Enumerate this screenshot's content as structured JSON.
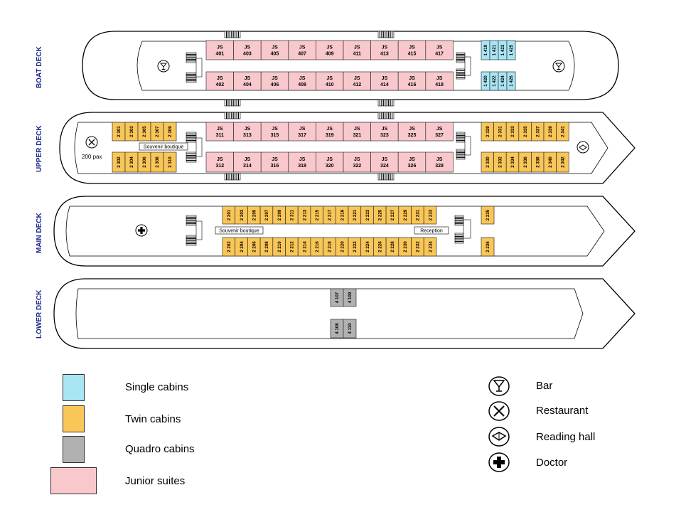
{
  "colors": {
    "single": "#a9e5f3",
    "twin": "#f9c657",
    "quadro": "#b1b1b1",
    "junior": "#f8c8cd",
    "deck_label": "#1a2a8c"
  },
  "decks": {
    "boat": {
      "label": "BOAT DECK",
      "junior_top": [
        "401",
        "403",
        "405",
        "407",
        "409",
        "411",
        "413",
        "415",
        "417"
      ],
      "junior_bottom": [
        "402",
        "404",
        "406",
        "408",
        "410",
        "412",
        "414",
        "416",
        "418"
      ],
      "junior_prefix": "JS",
      "single_top": [
        "419",
        "421",
        "423",
        "425"
      ],
      "single_bottom": [
        "420",
        "422",
        "424",
        "426"
      ],
      "single_occupancy": "1"
    },
    "upper": {
      "label": "UPPER DECK",
      "twin_left_top": [
        "301",
        "303",
        "305",
        "307",
        "309"
      ],
      "twin_left_bottom": [
        "302",
        "304",
        "306",
        "308",
        "310"
      ],
      "junior_top": [
        "311",
        "313",
        "315",
        "317",
        "319",
        "321",
        "323",
        "325",
        "327"
      ],
      "junior_bottom": [
        "312",
        "314",
        "316",
        "318",
        "320",
        "322",
        "324",
        "326",
        "328"
      ],
      "twin_right_top": [
        "329",
        "331",
        "333",
        "335",
        "337",
        "339",
        "341"
      ],
      "twin_right_bottom": [
        "330",
        "332",
        "334",
        "336",
        "338",
        "340",
        "342"
      ],
      "twin_occupancy": "2",
      "boutique": "Souvenir boutique",
      "pax": "200 pax"
    },
    "main": {
      "label": "MAIN DECK",
      "twin_top": [
        "201",
        "203",
        "205",
        "207",
        "209",
        "211",
        "213",
        "215",
        "217",
        "219",
        "221",
        "223",
        "225",
        "227",
        "229",
        "231",
        "233"
      ],
      "twin_bottom": [
        "202",
        "204",
        "206",
        "208",
        "210",
        "212",
        "214",
        "216",
        "218",
        "220",
        "222",
        "224",
        "226",
        "228",
        "230",
        "232",
        "234"
      ],
      "twin_right_top": [
        "235"
      ],
      "twin_right_bottom": [
        "236"
      ],
      "boutique": "Souvenir boutique",
      "reception": "Reception"
    },
    "lower": {
      "label": "LOWER DECK",
      "quadro_top": [
        "107",
        "109"
      ],
      "quadro_bottom": [
        "108",
        "110"
      ],
      "quadro_occupancy": "4"
    }
  },
  "legend": {
    "single": "Single cabins",
    "twin": "Twin cabins",
    "quadro": "Quadro cabins",
    "junior": "Junior suites",
    "bar": "Bar",
    "restaurant": "Restaurant",
    "reading": "Reading hall",
    "doctor": "Doctor"
  },
  "icons": {
    "bar": "cocktail-glass-icon",
    "restaurant": "crossed-cutlery-icon",
    "reading": "open-book-icon",
    "doctor": "medical-cross-icon"
  }
}
